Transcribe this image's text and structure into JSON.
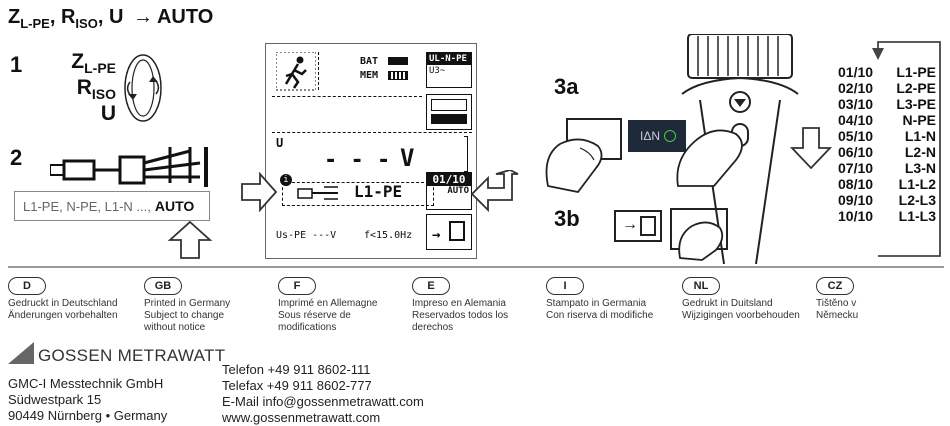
{
  "title": {
    "z": "Z",
    "z_sub": "L-PE",
    "sep1": ", ",
    "r": "R",
    "r_sub": "ISO",
    "sep2": ", U",
    "arrow": "→",
    "auto": "AUTO"
  },
  "step1": {
    "num": "1",
    "z": "Z",
    "z_sub": "L-PE",
    "r": "R",
    "r_sub": "ISO",
    "u": "U"
  },
  "step2": {
    "num": "2",
    "selection": "L1-PE, N-PE, L1-N ...,",
    "selection_auto": "AUTO"
  },
  "lcd": {
    "bat": "BAT",
    "mem": "MEM",
    "right_top": "UL-N-PE",
    "right_top2": "U3~",
    "u_label": "U",
    "u_value": "- - -",
    "u_unit": "V",
    "info": "i",
    "conn": "L1-PE",
    "counter": "01/10",
    "auto": "AUTO",
    "bottom": "Us-PE ---V",
    "freq": "f<15.0Hz"
  },
  "step3a": {
    "num": "3a",
    "key": "IΔN"
  },
  "step3b": {
    "num": "3b"
  },
  "sequence": [
    {
      "n": "01/10",
      "c": "L1-PE"
    },
    {
      "n": "02/10",
      "c": "L2-PE"
    },
    {
      "n": "03/10",
      "c": "L3-PE"
    },
    {
      "n": "04/10",
      "c": "N-PE"
    },
    {
      "n": "05/10",
      "c": "L1-N"
    },
    {
      "n": "06/10",
      "c": "L2-N"
    },
    {
      "n": "07/10",
      "c": "L3-N"
    },
    {
      "n": "08/10",
      "c": "L1-L2"
    },
    {
      "n": "09/10",
      "c": "L2-L3"
    },
    {
      "n": "10/10",
      "c": "L1-L3"
    }
  ],
  "languages": [
    {
      "code": "D",
      "l1": "Gedruckt in Deutschland",
      "l2": "Änderungen vorbehalten",
      "l3": ""
    },
    {
      "code": "GB",
      "l1": "Printed in Germany",
      "l2": "Subject to change",
      "l3": "without notice"
    },
    {
      "code": "F",
      "l1": "Imprimé en Allemagne",
      "l2": "Sous réserve de",
      "l3": "modifications"
    },
    {
      "code": "E",
      "l1": "Impreso en Alemania",
      "l2": "Reservados todos los",
      "l3": "derechos"
    },
    {
      "code": "I",
      "l1": "Stampato in Germania",
      "l2": "Con riserva di modifiche",
      "l3": ""
    },
    {
      "code": "NL",
      "l1": "Gedrukt in Duitsland",
      "l2": "Wijzigingen voorbehouden",
      "l3": ""
    },
    {
      "code": "CZ",
      "l1": "Tištěno v",
      "l2": "Německu",
      "l3": ""
    }
  ],
  "company": {
    "brand": "GOSSEN METRAWATT",
    "name": "GMC-I Messtechnik GmbH",
    "street": "Südwestpark 15",
    "city": "90449 Nürnberg • Germany",
    "phone": "Telefon  +49 911 8602-111",
    "fax": "Telefax  +49 911 8602-777",
    "email": "E-Mail   info@gossenmetrawatt.com",
    "web": "www.gossenmetrawatt.com"
  }
}
